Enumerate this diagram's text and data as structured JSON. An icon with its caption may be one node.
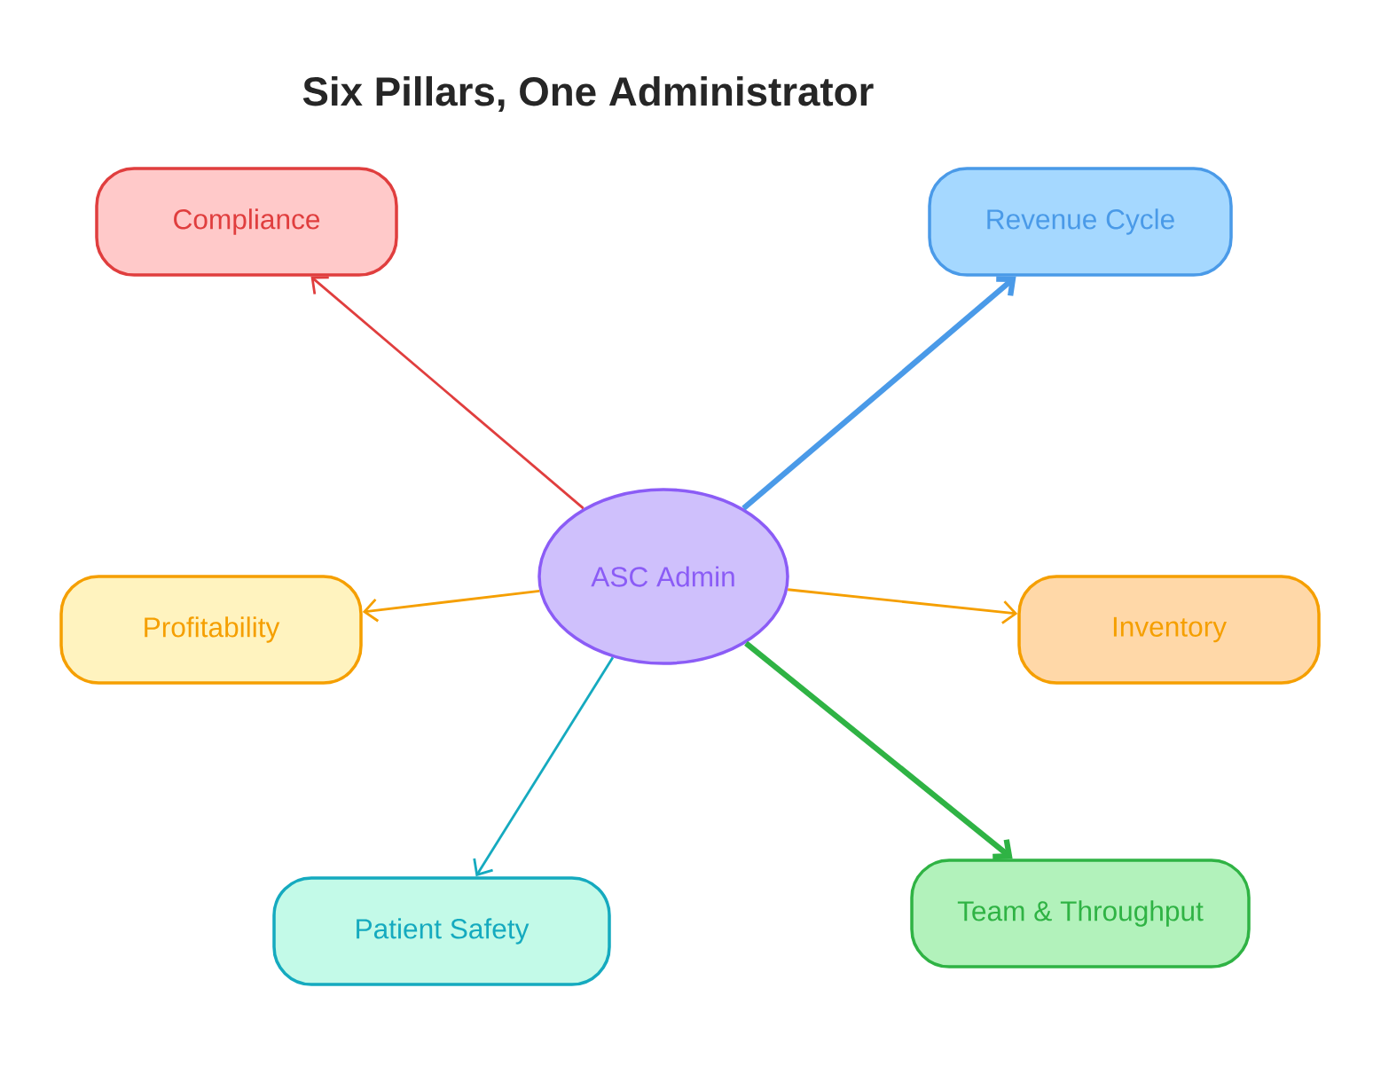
{
  "diagram": {
    "title": "Six Pillars, One Administrator",
    "nodes": [
      {
        "text": [
          "ASC Admin"
        ]
      },
      {
        "text": [
          "Compliance"
        ]
      },
      {
        "text": [
          "Revenue Cycle"
        ]
      },
      {
        "text": [
          "Profitability"
        ]
      },
      {
        "text": [
          "Inventory"
        ]
      },
      {
        "text": [
          "Patient Safety"
        ]
      },
      {
        "text": [
          "Team & Throughput"
        ]
      }
    ],
    "edges": [
      {
        "from": 0,
        "to": 1,
        "arrow": "to",
        "color": "#e03e3e"
      },
      {
        "from": 0,
        "to": 2,
        "arrow": "to",
        "color": "#4a9ae8",
        "style": "thick"
      },
      {
        "from": 0,
        "to": 3,
        "arrow": "to",
        "color": "#f59f00"
      },
      {
        "from": 0,
        "to": 4,
        "arrow": "to",
        "color": "#f59f00"
      },
      {
        "from": 0,
        "to": 5,
        "arrow": "to",
        "color": "#15aabf"
      },
      {
        "from": 0,
        "to": 6,
        "arrow": "to",
        "color": "#2fb344",
        "style": "thick"
      }
    ]
  }
}
